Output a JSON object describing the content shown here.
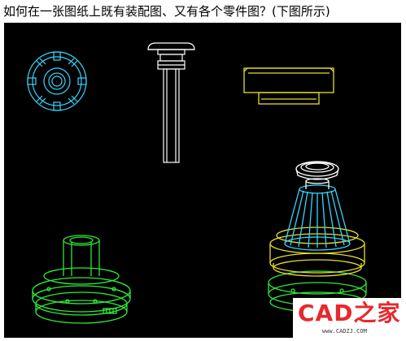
{
  "page": {
    "title": "如何在一张图纸上既有装配图、又有各个零件图？(下图所示)"
  },
  "colors": {
    "background": "#000000",
    "cyan_part": "#35d6ff",
    "white_part": "#ffffff",
    "yellow_part": "#e8dd2a",
    "green_part": "#2ee83a",
    "logo_red": "#e8282c"
  },
  "parts": [
    {
      "name": "collet-top-view",
      "color": "cyan"
    },
    {
      "name": "pin-part",
      "color": "white"
    },
    {
      "name": "cap-part",
      "color": "yellow"
    },
    {
      "name": "base-part",
      "color": "green"
    },
    {
      "name": "assembly",
      "color": "mixed"
    }
  ],
  "logo": {
    "main": "CAD之家",
    "url": "www.CADZJ.COM"
  }
}
